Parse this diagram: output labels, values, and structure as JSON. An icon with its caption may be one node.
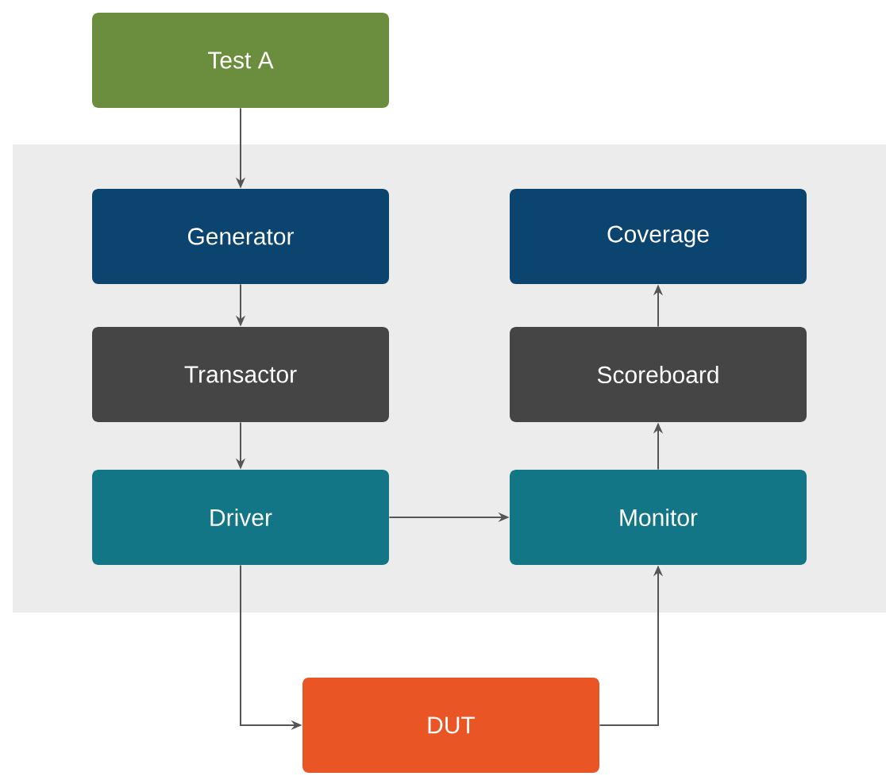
{
  "diagram": {
    "nodes": [
      {
        "text": [
          "Test A"
        ]
      },
      {
        "text": [],
        "shape": "box"
      },
      {
        "text": [
          "Generator"
        ],
        "in": 1
      },
      {
        "text": [
          "Coverage"
        ],
        "in": 1
      },
      {
        "text": [
          "Transactor"
        ],
        "in": 1
      },
      {
        "text": [
          "Scoreboard"
        ],
        "in": 1
      },
      {
        "text": [
          "Driver"
        ],
        "in": 1
      },
      {
        "text": [
          "Monitor"
        ],
        "in": 1
      },
      {
        "text": [
          "DUT"
        ]
      }
    ],
    "edges": [
      {
        "from": 0,
        "to": 2,
        "arrow": "to"
      },
      {
        "from": 2,
        "to": 4,
        "arrow": "to"
      },
      {
        "from": 4,
        "to": 6,
        "arrow": "to"
      },
      {
        "from": 6,
        "to": 7,
        "arrow": "to"
      },
      {
        "from": 7,
        "to": 5,
        "arrow": "to"
      },
      {
        "from": 5,
        "to": 3,
        "arrow": "to"
      },
      {
        "from": 6,
        "to": 8,
        "arrow": "to"
      },
      {
        "from": 8,
        "to": 7,
        "arrow": "to"
      }
    ]
  }
}
